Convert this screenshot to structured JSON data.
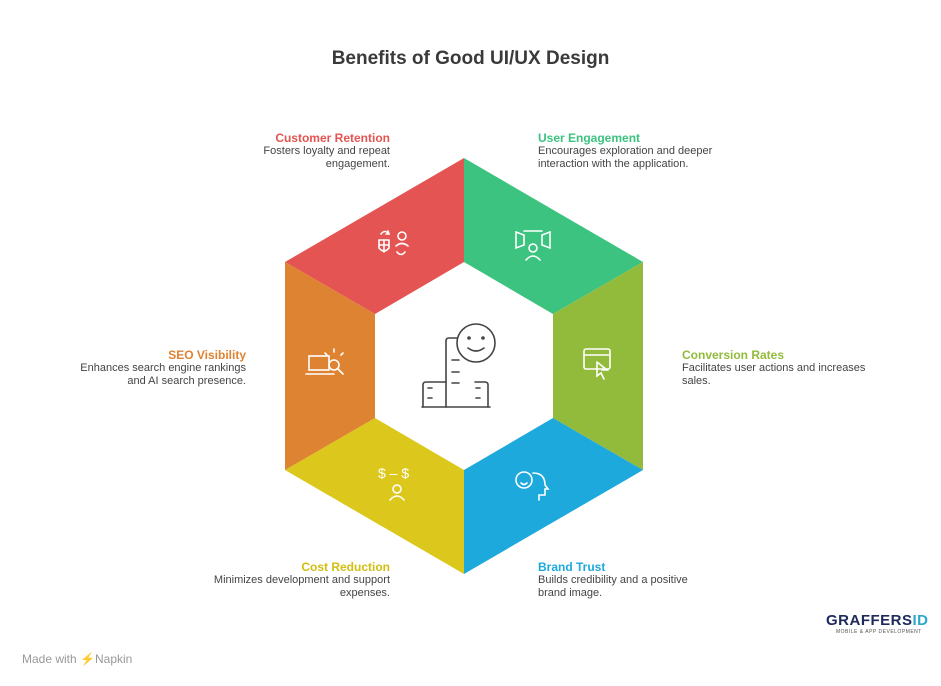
{
  "title": "Benefits of Good UI/UX Design",
  "segments": [
    {
      "key": "retention",
      "title": "Customer Retention",
      "desc": "Fosters loyalty and repeat engagement.",
      "color": "#e35452",
      "icon": "shield-user-cycle-icon"
    },
    {
      "key": "engagement",
      "title": "User Engagement",
      "desc": "Encourages exploration and deeper interaction with the application.",
      "color": "#3cc37f",
      "icon": "user-screens-icon"
    },
    {
      "key": "conversion",
      "title": "Conversion Rates",
      "desc": "Facilitates user actions and increases sales.",
      "color": "#93bb3b",
      "icon": "browser-click-dollar-icon"
    },
    {
      "key": "trust",
      "title": "Brand Trust",
      "desc": "Builds credibility and a positive brand image.",
      "color": "#1ea9dc",
      "icon": "faces-icon"
    },
    {
      "key": "cost",
      "title": "Cost Reduction",
      "desc": "Minimizes development and support expenses.",
      "color": "#dcc71c",
      "icon": "dollar-minus-user-icon"
    },
    {
      "key": "seo",
      "title": "SEO Visibility",
      "desc": "Enhances search engine rankings and AI search presence.",
      "color": "#de8331",
      "icon": "laptop-search-icon"
    }
  ],
  "center_icon": "smiley-buildings-icon",
  "footer": {
    "made_with": "Made with",
    "brand": "Napkin"
  },
  "logo": {
    "main": "GRAFFERS",
    "accent": "ID",
    "tagline": "MOBILE & APP DEVELOPMENT"
  }
}
